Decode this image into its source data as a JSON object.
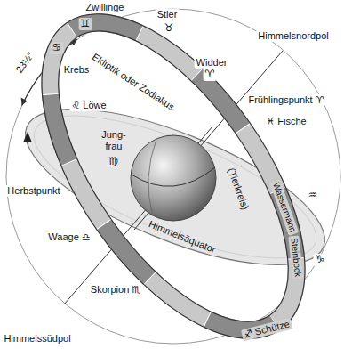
{
  "diagram": {
    "labels": [
      "Zwillinge",
      "♊",
      "Stier",
      "♉",
      "Himmelsnordpol",
      "23½°",
      "♋",
      "Krebs",
      "Ekliptik oder Zodiakus",
      "Widder",
      "♈",
      "♌ Löwe",
      "Frühlingspunkt ♈",
      "Jung- frau",
      "♍",
      "♓ Fische",
      "(Tierkreis)",
      "Wassermann",
      "♒",
      "Herbstpunkt",
      "Himmelsäquator",
      "Waage ♎",
      "Steinbock",
      "♑",
      "Skorpion ♏",
      "♐ Schütze",
      "Himmelssüdpol"
    ]
  }
}
